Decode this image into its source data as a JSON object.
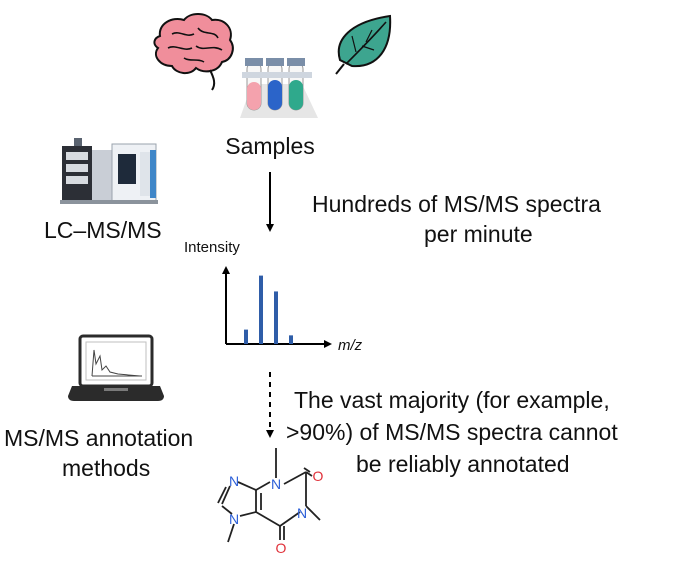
{
  "labels": {
    "samples": "Samples",
    "instrument": "LC–MS/MS",
    "rate_line1": "Hundreds of MS/MS spectra",
    "rate_line2": "per minute",
    "y_axis": "Intensity",
    "x_axis": "m/z",
    "method_line1": "MS/MS annotation",
    "method_line2": "methods",
    "result_line1": "The vast majority (for example,",
    "result_line2": ">90%) of MS/MS spectra cannot",
    "result_line3": "be reliably annotated"
  },
  "molecule_labels": {
    "n1": "N",
    "n3": "N",
    "n7": "N",
    "n9": "N",
    "o2": "O",
    "o6": "O"
  },
  "spectrum": {
    "bar_color": "#2f5da8",
    "peaks": [
      {
        "mz": 1,
        "intensity": 0.2
      },
      {
        "mz": 2,
        "intensity": 0.95
      },
      {
        "mz": 3,
        "intensity": 0.73
      },
      {
        "mz": 4,
        "intensity": 0.12
      }
    ]
  },
  "icons": [
    "brain-icon",
    "leaf-icon",
    "test-tubes-icon",
    "mass-spectrometer-icon",
    "laptop-icon",
    "caffeine-molecule"
  ],
  "colors": {
    "brain": "#f08e9b",
    "leaf": "#3da58f",
    "tube_pink": "#f4a2ad",
    "tube_blue": "#2b64c9",
    "tube_green": "#2fa98c",
    "nitrogen": "#2c5fd8",
    "oxygen": "#e0313a"
  }
}
